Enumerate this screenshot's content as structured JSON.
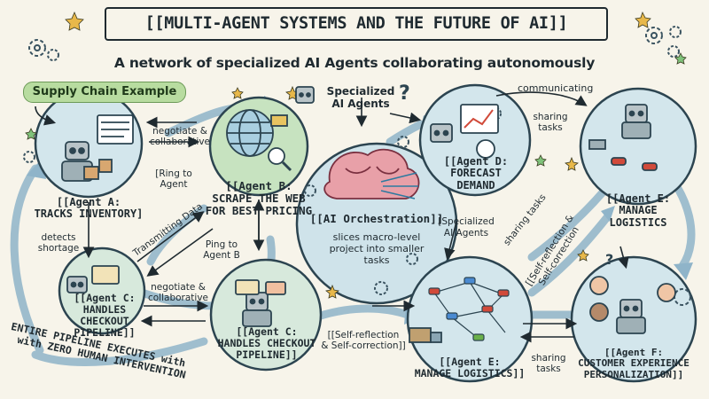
{
  "header": {
    "title": "[[MULTI-AGENT SYSTEMS AND THE FUTURE OF AI]]",
    "subtitle": "A network of specialized AI Agents collaborating autonomously"
  },
  "badge": "Supply Chain Example",
  "center": {
    "title": "[[AI Orchestration]]",
    "desc_lines": [
      "slices macro-level",
      "project into smaller",
      "tasks"
    ]
  },
  "specialized_top": [
    "Specialized",
    "AI Agents"
  ],
  "specialized_mid": [
    "[Specialized",
    "AI Agents"
  ],
  "agents": {
    "a": [
      "[[Agent A:",
      "TRACKS INVENTORY]"
    ],
    "b": [
      "[[Agent B:",
      "SCRAPE THE WEB",
      "FOR BEST PRICING"
    ],
    "c_left": [
      "[[Agent C:",
      "HANDLES",
      "CHECKOUT",
      "PIPELINE]]"
    ],
    "c_center": [
      "[[Agent C:",
      "HANDLES CHECKOUT",
      "PIPELINE]]"
    ],
    "d": [
      "[[Agent D:",
      "FORECAST",
      "DEMAND"
    ],
    "e_right": [
      "[[Agent E:",
      "MANAGE",
      "LOGISTICS"
    ],
    "e_bottom": [
      "[[Agent E:",
      "MANAGE LOGISTICS]]"
    ],
    "f": [
      "[[Agent F:",
      "CUSTOMER EXPERIENCE",
      "PERSONALIZATION]]"
    ]
  },
  "edges": {
    "negotiate_top": [
      "negotiate &",
      "collaborative"
    ],
    "ring": [
      "[Ring to",
      "Agent"
    ],
    "detects": [
      "detects",
      "shortage"
    ],
    "transmitting": "Transmitting Data",
    "ping": [
      "Ping to",
      "Agent B"
    ],
    "negotiate_bottom": [
      "negotiate &",
      "collaborative"
    ],
    "self_reflection_bottom": [
      "[[Self-reflection",
      "& Self-correction]]"
    ],
    "communicating": "communicating",
    "sharing_top": [
      "sharing",
      "tasks"
    ],
    "sharing_diag": "sharing tasks",
    "self_reflection_diag": [
      "[[Self-reflection &",
      "Self-correction"
    ],
    "sharing_bottom": [
      "sharing",
      "tasks"
    ]
  },
  "footer": [
    "ENTIRE PIPELINE EXECUTES with",
    "with ZERO HUMAN INTERVENTION"
  ],
  "colors": {
    "background": "#f7f4ea",
    "node_fill": "#d6e8e4",
    "node_stroke": "#2c4450",
    "arrow_blue": "#7fa8bf",
    "badge_green": "#b8dca0",
    "brain_pink": "#e8a0a8"
  }
}
